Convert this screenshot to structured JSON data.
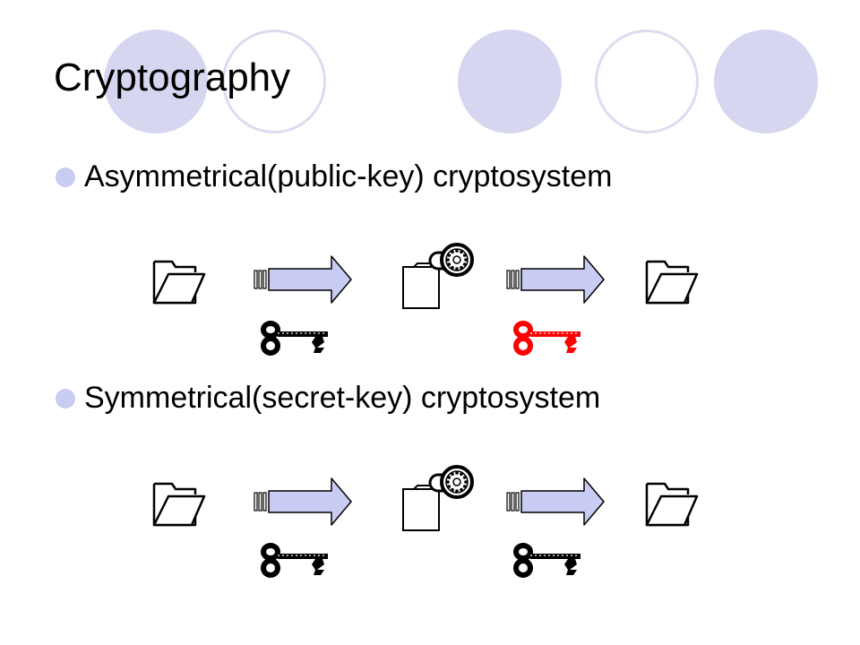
{
  "slide": {
    "title": "Cryptography",
    "bullets": [
      {
        "text": "Asymmetrical(public-key) cryptosystem"
      },
      {
        "text": "Symmetrical(secret-key) cryptosystem"
      }
    ]
  },
  "diagrams": [
    {
      "id": "asymmetric",
      "encrypt_key_color": "#000000",
      "decrypt_key_color": "#ff0000"
    },
    {
      "id": "symmetric",
      "encrypt_key_color": "#000000",
      "decrypt_key_color": "#000000"
    }
  ],
  "icons": {
    "folder": "open-folder-icon",
    "arrow": "right-arrow-icon",
    "locked": "locked-folder-icon",
    "key": "key-icon"
  },
  "colors": {
    "accent": "#d6d6f0",
    "arrow_fill": "#c8cbf2",
    "bullet": "#c8cbf2"
  }
}
